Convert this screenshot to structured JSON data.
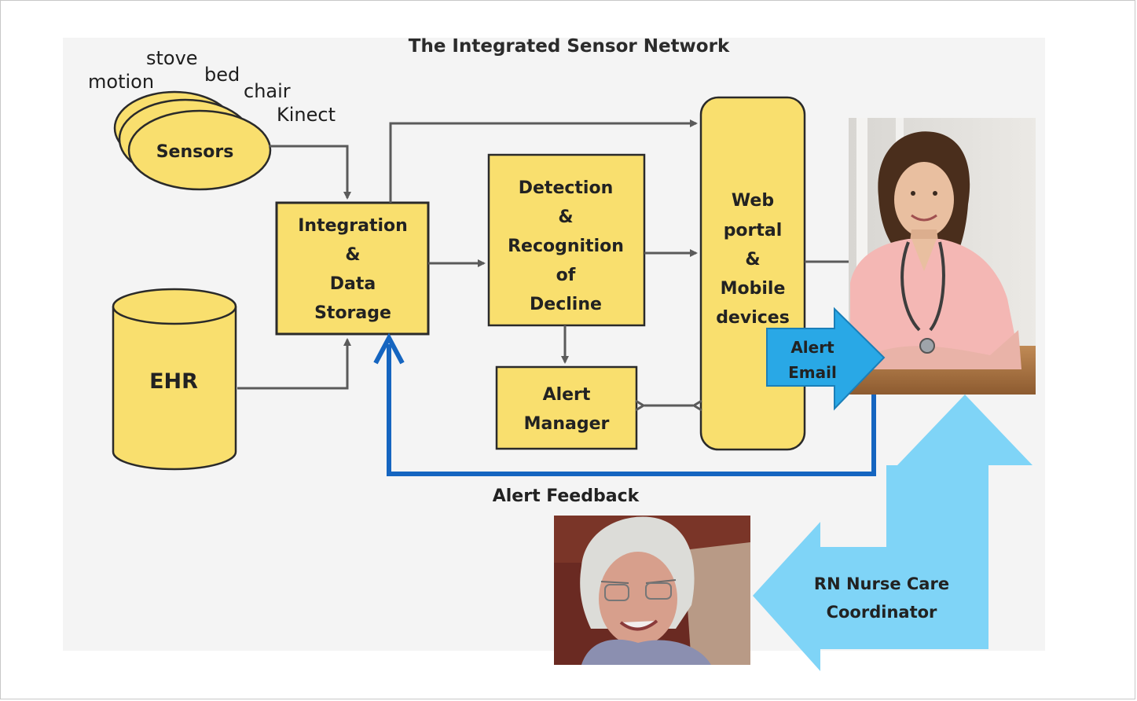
{
  "title": "The Integrated Sensor Network",
  "sensor_types": [
    "motion",
    "stove",
    "bed",
    "chair",
    "Kinect"
  ],
  "nodes": {
    "sensors": "Sensors",
    "ehr": "EHR",
    "integration": [
      "Integration",
      "&",
      "Data",
      "Storage"
    ],
    "detection": [
      "Detection",
      "&",
      "Recognition",
      "of",
      "Decline"
    ],
    "alert_manager": [
      "Alert",
      "Manager"
    ],
    "web_portal": [
      "Web",
      "portal",
      "&",
      "Mobile",
      "devices"
    ],
    "alert_email": [
      "Alert",
      "Email"
    ],
    "rn_coordinator": [
      "RN Nurse Care",
      "Coordinator"
    ]
  },
  "alert_feedback": "Alert Feedback",
  "colors": {
    "box_fill": "#f9df6e",
    "box_stroke": "#2a2a2a",
    "arrow_gray": "#5a5a5a",
    "feedback_blue": "#1565c0",
    "email_blue": "#29a8e6",
    "rn_arrow_blue": "#7fd4f7"
  },
  "photos": [
    "nurse-photo",
    "elderly-resident-photo"
  ]
}
